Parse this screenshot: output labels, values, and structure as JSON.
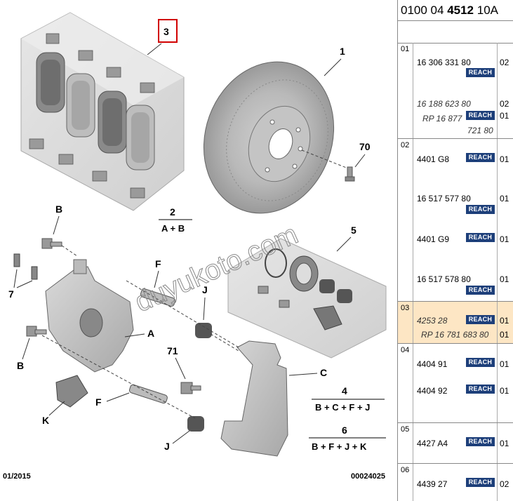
{
  "diagram": {
    "date_code": "01/2015",
    "figure_number": "00024025",
    "watermark": "duyukoto.com",
    "callouts": {
      "c1": "1",
      "c3": "3",
      "c70": "70",
      "c5": "5",
      "c71": "71",
      "B": "B",
      "F": "F",
      "J": "J",
      "A": "A",
      "C": "C",
      "K": "K",
      "seven": "7"
    },
    "kits": [
      {
        "num": "2",
        "formula": "A + B"
      },
      {
        "num": "4",
        "formula": "B + C + F + J"
      },
      {
        "num": "6",
        "formula": "B + F + J + K"
      }
    ]
  },
  "panel": {
    "header_prefix": "0100 04 ",
    "header_bold": "4512",
    "header_suffix": " 10A",
    "reach_label": "REACH",
    "groups": [
      {
        "num": "01",
        "rows": [
          {
            "part": "16 306 331 80",
            "reach": true,
            "qty": "02",
            "italic": false
          },
          {
            "part": "16 188 623 80",
            "reach": false,
            "qty": "02",
            "italic": true
          },
          {
            "part": "RP 16 877",
            "reach": true,
            "qty": "01",
            "italic": true
          },
          {
            "part": "721 80",
            "reach": false,
            "qty": "",
            "italic": true
          }
        ]
      },
      {
        "num": "02",
        "rows": [
          {
            "part": "4401 G8",
            "reach": true,
            "qty": "01",
            "italic": false
          },
          {
            "part": "16 517 577 80",
            "reach": true,
            "qty": "01",
            "italic": false
          },
          {
            "part": "4401 G9",
            "reach": true,
            "qty": "01",
            "italic": false
          },
          {
            "part": "16 517 578 80",
            "reach": true,
            "qty": "01",
            "italic": false
          }
        ]
      },
      {
        "num": "03",
        "rows": [
          {
            "part": "4253 28",
            "reach": true,
            "qty": "01",
            "italic": true
          },
          {
            "part": "RP 16 781 683 80",
            "reach": false,
            "qty": "01",
            "italic": true
          }
        ]
      },
      {
        "num": "04",
        "rows": [
          {
            "part": "4404 91",
            "reach": true,
            "qty": "01",
            "italic": false
          },
          {
            "part": "4404 92",
            "reach": true,
            "qty": "01",
            "italic": false
          }
        ]
      },
      {
        "num": "05",
        "rows": [
          {
            "part": "4427 A4",
            "reach": true,
            "qty": "01",
            "italic": false
          }
        ]
      },
      {
        "num": "06",
        "rows": [
          {
            "part": "4439 27",
            "reach": true,
            "qty": "02",
            "italic": false
          }
        ]
      }
    ]
  }
}
